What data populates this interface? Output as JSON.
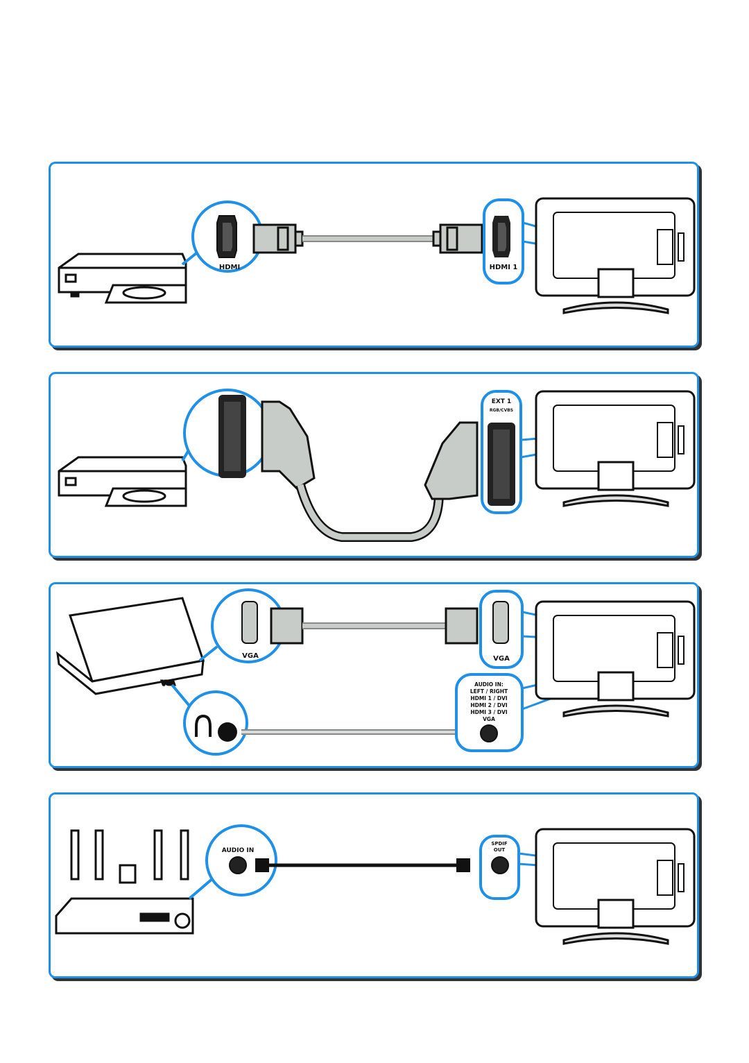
{
  "panels": [
    {
      "id": "hdmi",
      "left_port_label": "HDMI",
      "right_port_label": "HDMI 1"
    },
    {
      "id": "scart",
      "right_port_label": "EXT 1",
      "right_port_sublabel": "RGB/CVBS"
    },
    {
      "id": "vga",
      "left_port_label": "VGA",
      "right_port_label": "VGA",
      "laptop_port_label": "VGA",
      "audio_in_lines": [
        "AUDIO IN:",
        "LEFT / RIGHT",
        "HDMI 1 / DVI",
        "HDMI 2 / DVI",
        "HDMI 3 / DVI",
        "VGA"
      ]
    },
    {
      "id": "spdif",
      "left_port_label": "AUDIO IN",
      "right_port_label": "SPDIF",
      "right_port_sublabel": "OUT"
    }
  ],
  "colors": {
    "accent": "#1e90e8",
    "cable": "#c8ccc9",
    "outline": "#111111"
  },
  "icons": [
    "dvd-player-icon",
    "tv-back-icon",
    "hdmi-plug-icon",
    "scart-plug-icon",
    "vga-plug-icon",
    "laptop-icon",
    "headphone-icon",
    "home-theater-icon",
    "speaker-icon"
  ]
}
